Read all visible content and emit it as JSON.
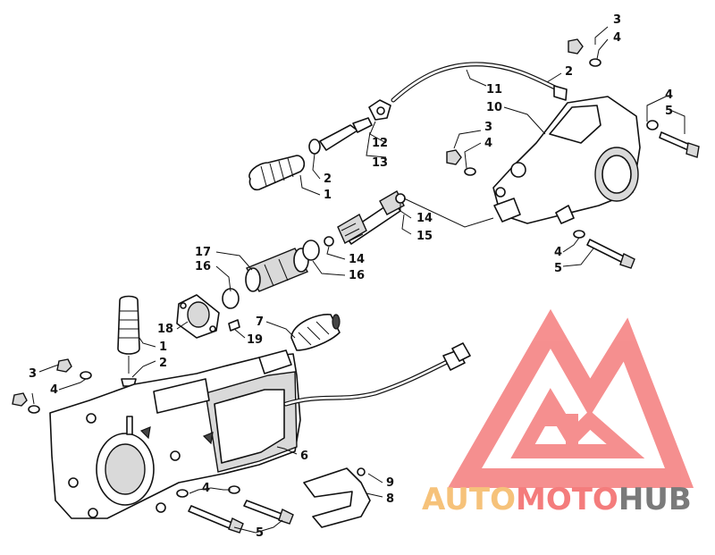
{
  "diagram": {
    "callouts": [
      {
        "id": "c-3a",
        "text": "3"
      },
      {
        "id": "c-4a",
        "text": "4"
      },
      {
        "id": "c-2a",
        "text": "2"
      },
      {
        "id": "c-11",
        "text": "11"
      },
      {
        "id": "c-10",
        "text": "10"
      },
      {
        "id": "c-4b",
        "text": "4"
      },
      {
        "id": "c-5a",
        "text": "5"
      },
      {
        "id": "c-3b",
        "text": "3"
      },
      {
        "id": "c-4c",
        "text": "4"
      },
      {
        "id": "c-12",
        "text": "12"
      },
      {
        "id": "c-13",
        "text": "13"
      },
      {
        "id": "c-2b",
        "text": "2"
      },
      {
        "id": "c-1a",
        "text": "1"
      },
      {
        "id": "c-14a",
        "text": "14"
      },
      {
        "id": "c-15",
        "text": "15"
      },
      {
        "id": "c-4d",
        "text": "4"
      },
      {
        "id": "c-5b",
        "text": "5"
      },
      {
        "id": "c-17",
        "text": "17"
      },
      {
        "id": "c-16a",
        "text": "16"
      },
      {
        "id": "c-14b",
        "text": "14"
      },
      {
        "id": "c-16b",
        "text": "16"
      },
      {
        "id": "c-18",
        "text": "18"
      },
      {
        "id": "c-7",
        "text": "7"
      },
      {
        "id": "c-19",
        "text": "19"
      },
      {
        "id": "c-1b",
        "text": "1"
      },
      {
        "id": "c-2c",
        "text": "2"
      },
      {
        "id": "c-3c",
        "text": "3"
      },
      {
        "id": "c-4e",
        "text": "4"
      },
      {
        "id": "c-6",
        "text": "6"
      },
      {
        "id": "c-9",
        "text": "9"
      },
      {
        "id": "c-8",
        "text": "8"
      },
      {
        "id": "c-4f",
        "text": "4"
      },
      {
        "id": "c-5c",
        "text": "5"
      }
    ]
  },
  "watermark": {
    "auto": "AUTO",
    "moto": "MOTO",
    "hub": "HUB",
    "colors": {
      "logo": "#f47c7c",
      "auto": "#f6c27a",
      "moto": "#f47c7c",
      "hub": "#7a7a7a"
    }
  }
}
